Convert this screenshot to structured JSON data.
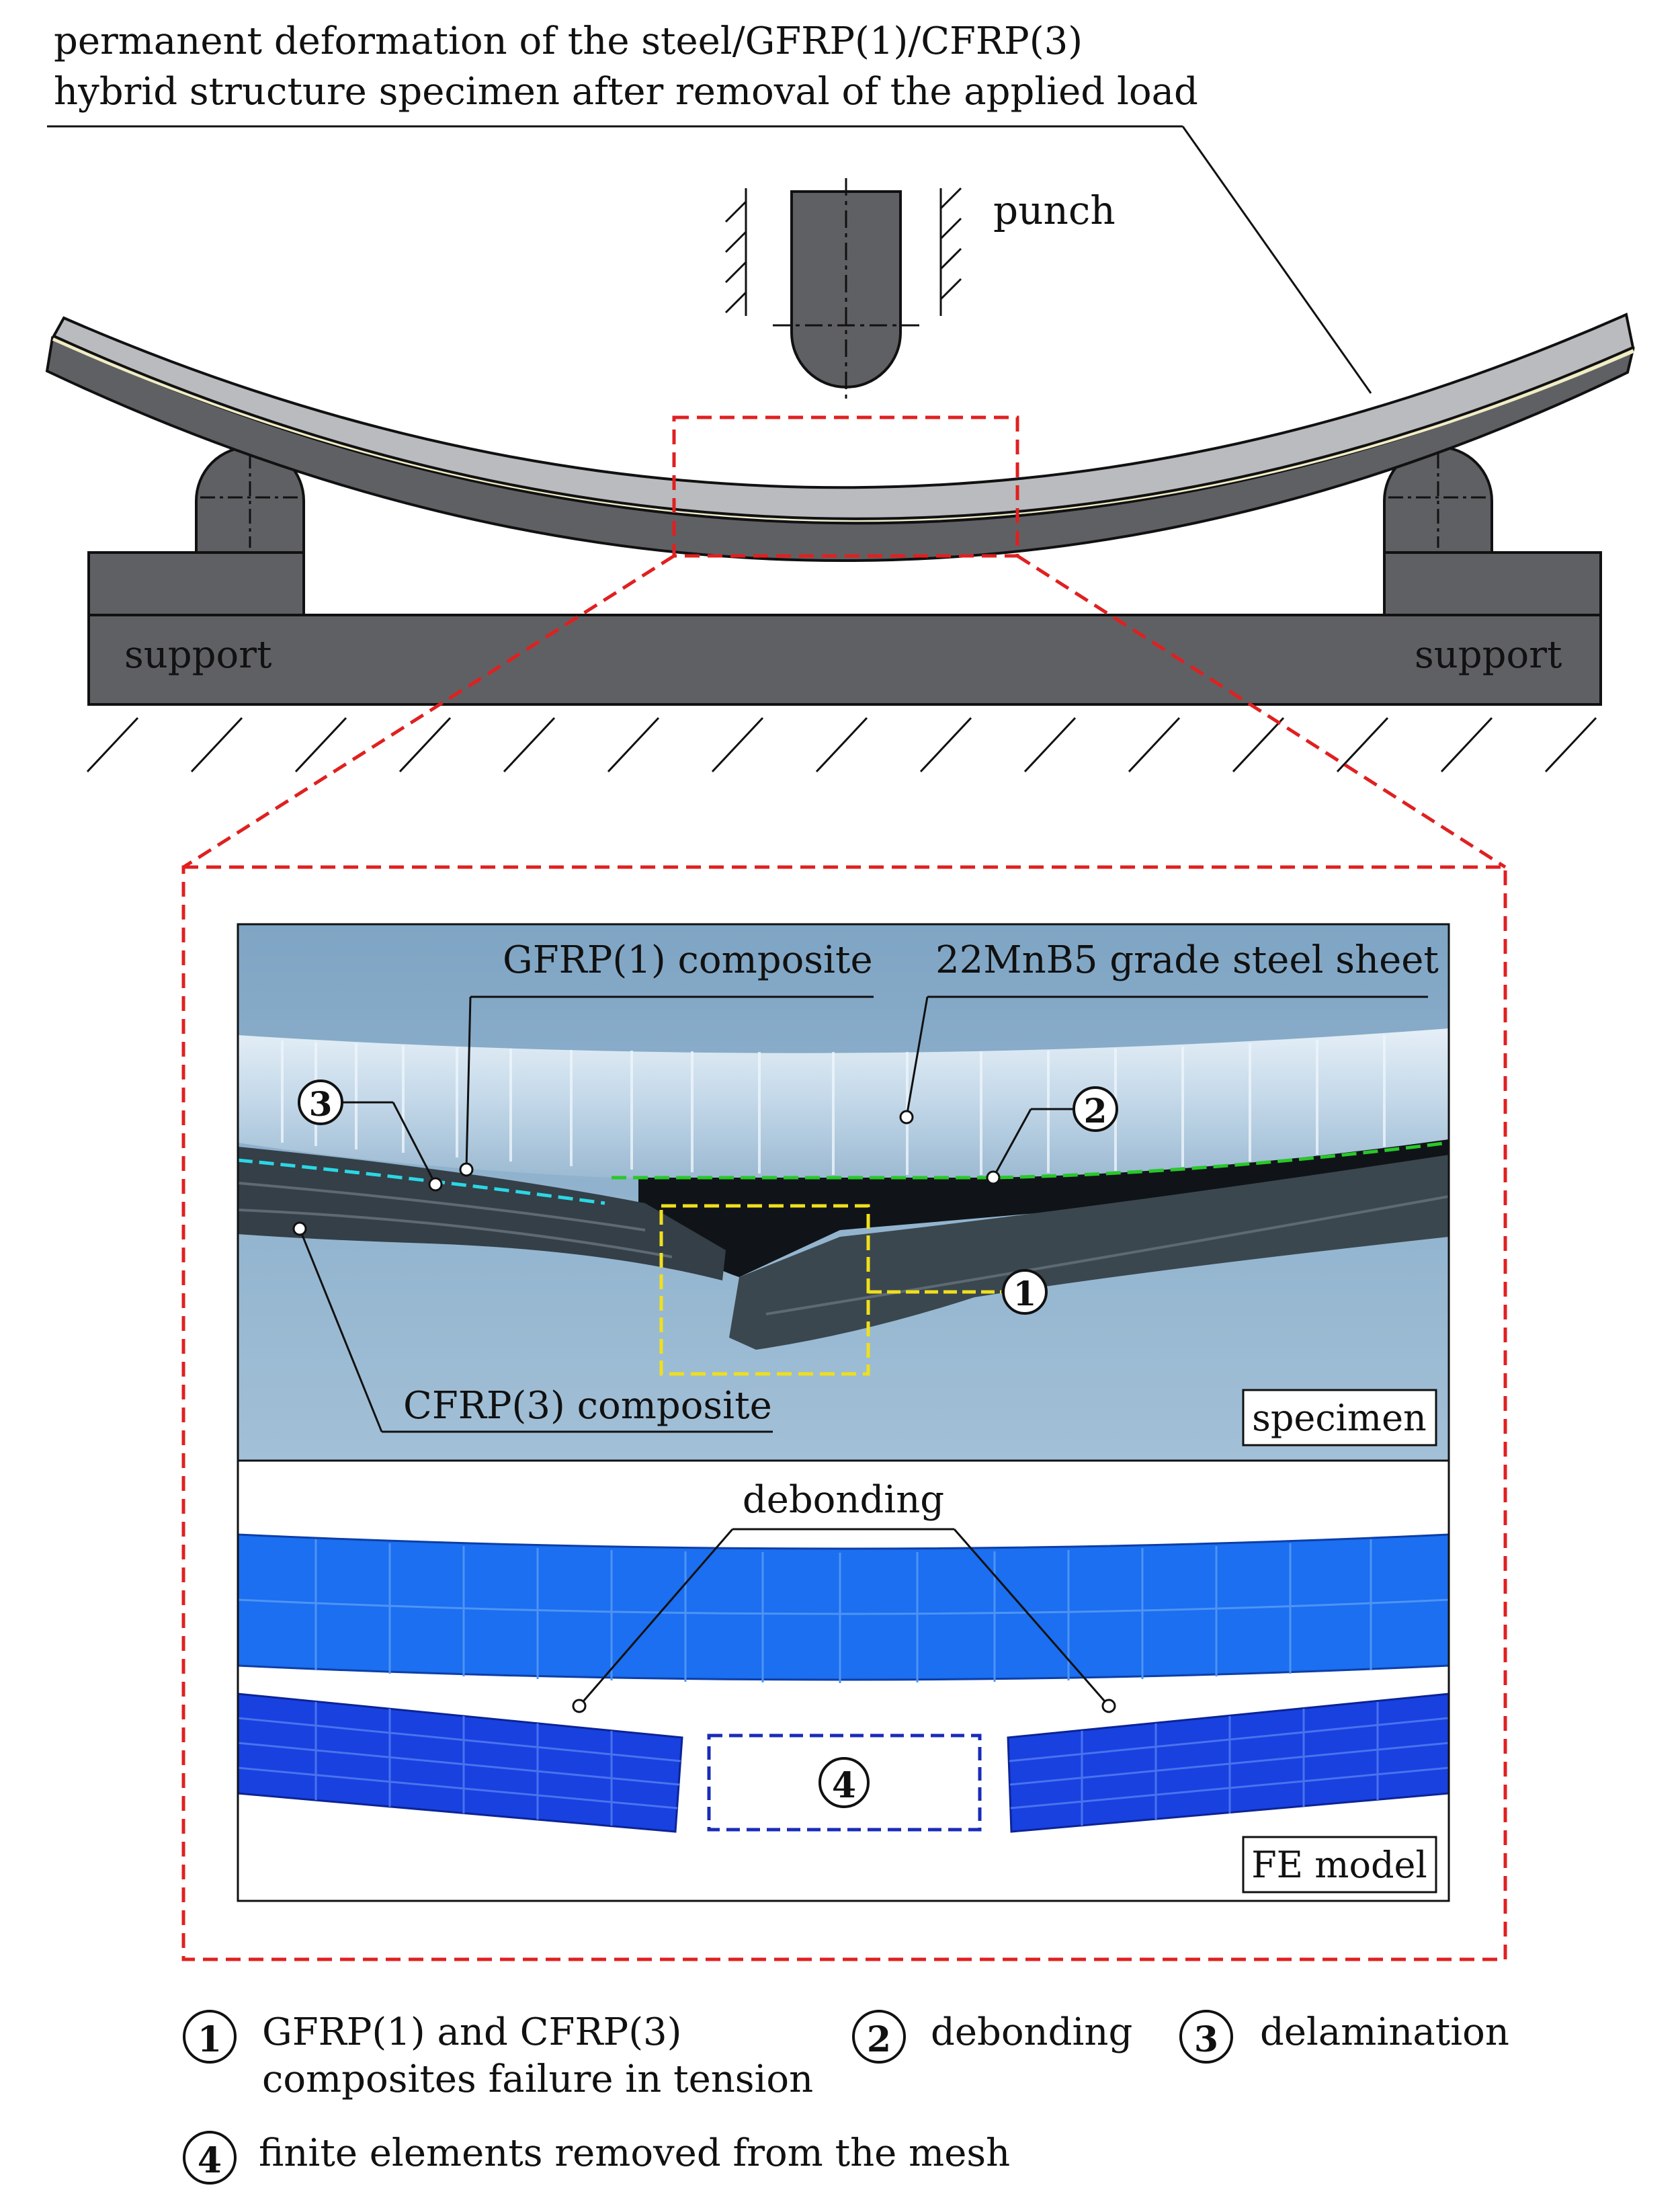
{
  "header": {
    "line1": "permanent deformation of the steel/GFRP(1)/CFRP(3)",
    "line2": "hybrid structure specimen after removal of the applied load"
  },
  "labels": {
    "punch": "punch",
    "support_left": "support",
    "support_right": "support",
    "gfrp": "GFRP(1) composite",
    "steel": "22MnB5 grade steel sheet",
    "cfrp": "CFRP(3) composite",
    "specimen": "specimen",
    "debonding": "debonding",
    "fe_model": "FE model"
  },
  "markers": [
    "1",
    "2",
    "3",
    "4"
  ],
  "legend": [
    {
      "num": "1",
      "line1": "GFRP(1) and CFRP(3)",
      "line2": "composites failure in tension"
    },
    {
      "num": "2",
      "line1": "debonding"
    },
    {
      "num": "3",
      "line1": "delamination"
    },
    {
      "num": "4",
      "line1": "finite elements removed from the mesh"
    }
  ],
  "colors": {
    "steel_gray": "#5f6063",
    "light_gray": "#b9bbbe",
    "adhesive": "#f0ecc4",
    "zoom_frame": "#e02020",
    "photo_bg": "#8fb2cc",
    "steel_photo": "#cfe0ee",
    "composite_photo": "#354149",
    "marker_yellow": "#f0df1c",
    "marker_green": "#29c72a",
    "marker_cyan": "#2ad8e4",
    "fe_blue": "#1b6ff0",
    "fe_blue_dark": "#1237d6",
    "removed_frame": "#1a2bb8"
  }
}
